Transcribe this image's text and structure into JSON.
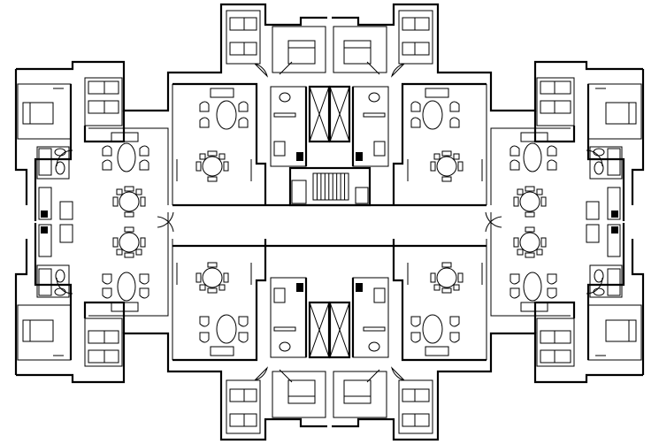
{
  "drawing": {
    "kind": "architectural-floor-plan",
    "line_color": "#000000",
    "background": "#ffffff",
    "quadrants": [
      "top-left",
      "top-right",
      "bottom-left",
      "bottom-right"
    ],
    "room_types": [
      "bedroom",
      "living-dining",
      "bathroom",
      "kitchen",
      "stair-core",
      "elevator-shaft",
      "corridor",
      "balcony"
    ],
    "furniture_types": [
      "bed",
      "round-dining-table-with-chairs",
      "oval-table-with-chairs",
      "sofa",
      "toilet",
      "sink",
      "bathtub",
      "stove"
    ],
    "stair": {
      "steps": 9
    }
  }
}
